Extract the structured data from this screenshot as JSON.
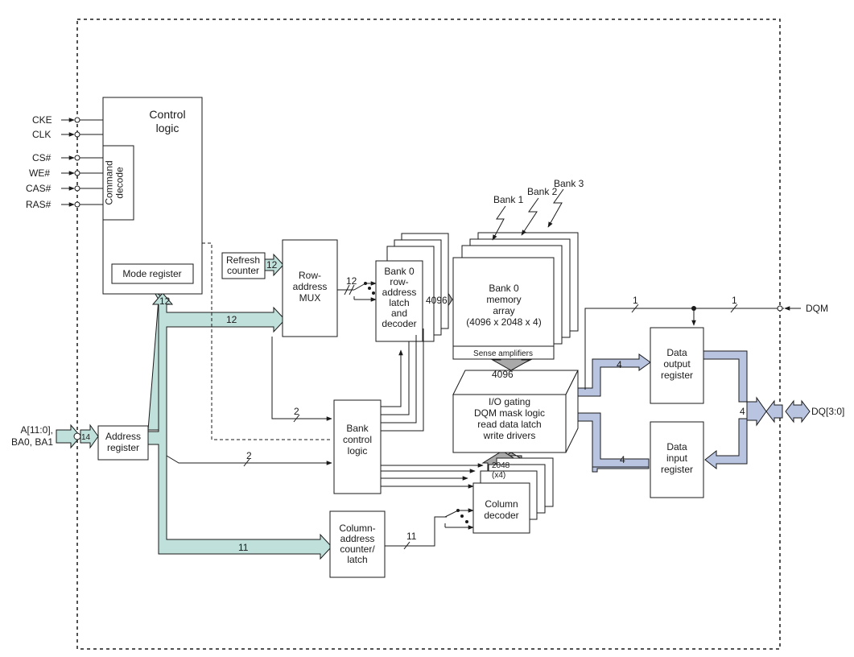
{
  "diagram": {
    "blocks": {
      "control_logic": "Control\nlogic",
      "command_decode": "Command\ndecode",
      "mode_register": "Mode register",
      "refresh_counter": "Refresh\ncounter",
      "row_address_mux": "Row-\naddress\nMUX",
      "bank0_row_latch": "Bank 0\nrow-\naddress\nlatch\nand\ndecoder",
      "bank0_memory_array": "Bank 0\nmemory\narray\n(4096 x 2048  x 4)",
      "sense_amplifiers": "Sense amplifiers",
      "io_gating": "I/O gating\nDQM mask logic\nread data latch\nwrite drivers",
      "bank_control_logic": "Bank\ncontrol\nlogic",
      "address_register": "Address\nregister",
      "column_address_counter": "Column-\naddress\ncounter/\nlatch",
      "column_decoder": "Column\ndecoder",
      "data_output_register": "Data\noutput\nregister",
      "data_input_register": "Data\ninput\nregister"
    },
    "control_pins": [
      "CKE",
      "CLK",
      "CS#",
      "WE#",
      "CAS#",
      "RAS#"
    ],
    "address_pins": "A[11:0],\nBA0, BA1",
    "dqm_pin": "DQM",
    "dq_pin": "DQ[3:0]",
    "bank_labels": [
      "Bank 1",
      "Bank 2",
      "Bank 3"
    ],
    "bus_widths": {
      "addr_in": "14",
      "refresh_out": "12",
      "mode_reg": "12",
      "mux_in": "12",
      "mux_out": "12",
      "row_out": "4096",
      "sense_io": "4096",
      "col_io": "2048\n(x4)",
      "col_addr": "11",
      "col_dec_in": "11",
      "bank_ctrl_a": "2",
      "bank_ctrl_b": "2",
      "dqm_a": "1",
      "dqm_b": "1",
      "data_out": "4",
      "data_in": "4",
      "dq": "4"
    }
  }
}
